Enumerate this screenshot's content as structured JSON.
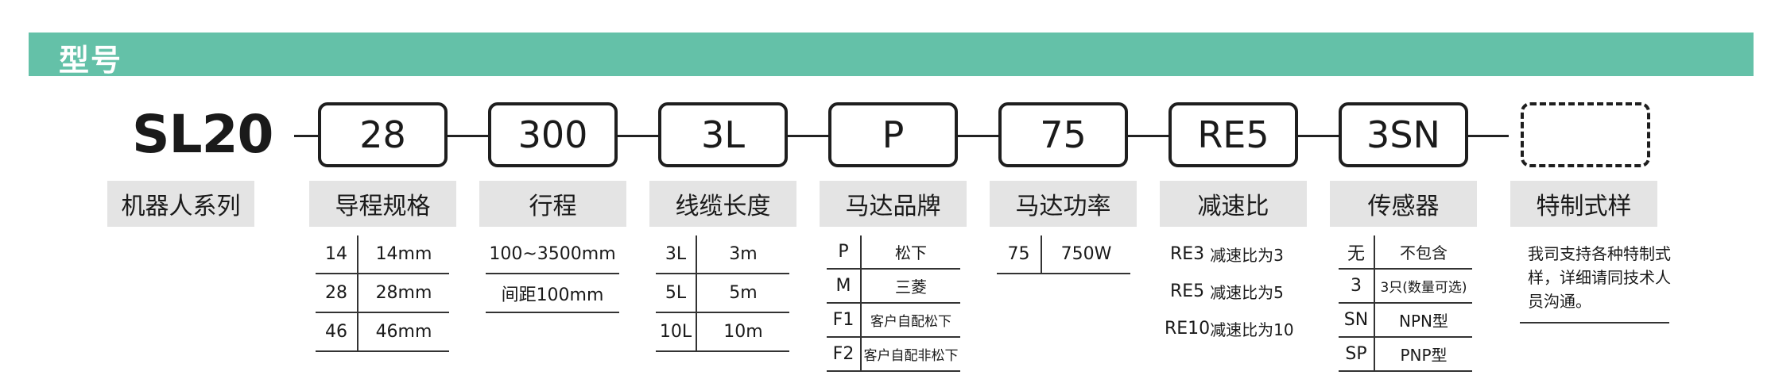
{
  "header": {
    "title": "型号"
  },
  "model": {
    "prefix": "SL20"
  },
  "segments": [
    {
      "code": "28",
      "label": "导程规格"
    },
    {
      "code": "300",
      "label": "行程"
    },
    {
      "code": "3L",
      "label": "线缆长度"
    },
    {
      "code": "P",
      "label": "马达品牌"
    },
    {
      "code": "75",
      "label": "马达功率"
    },
    {
      "code": "RE5",
      "label": "减速比"
    },
    {
      "code": "3SN",
      "label": "传感器"
    },
    {
      "code": "",
      "label": "特制式样"
    }
  ],
  "series_label": "机器人系列",
  "tables": {
    "lead": [
      {
        "k": "14",
        "v": "14mm"
      },
      {
        "k": "28",
        "v": "28mm"
      },
      {
        "k": "46",
        "v": "46mm"
      }
    ],
    "stroke": [
      "100~3500mm",
      "间距100mm"
    ],
    "cable": [
      {
        "k": "3L",
        "v": "3m"
      },
      {
        "k": "5L",
        "v": "5m"
      },
      {
        "k": "10L",
        "v": "10m"
      }
    ],
    "brand": [
      {
        "k": "P",
        "v": "松下"
      },
      {
        "k": "M",
        "v": "三菱"
      },
      {
        "k": "F1",
        "v": "客户自配松下"
      },
      {
        "k": "F2",
        "v": "客户自配非松下"
      }
    ],
    "power": [
      {
        "k": "75",
        "v": "750W"
      }
    ],
    "ratio": [
      {
        "k": "RE3",
        "v": "减速比为3"
      },
      {
        "k": "RE5",
        "v": "减速比为5"
      },
      {
        "k": "RE10",
        "v": "减速比为10"
      }
    ],
    "sensor": [
      {
        "k": "无",
        "v": "不包含"
      },
      {
        "k": "3",
        "v": "3只(数量可选)"
      },
      {
        "k": "SN",
        "v": "NPN型"
      },
      {
        "k": "SP",
        "v": "PNP型"
      }
    ]
  },
  "special_note": "我司支持各种特制式样，详细请同技术人员沟通。"
}
